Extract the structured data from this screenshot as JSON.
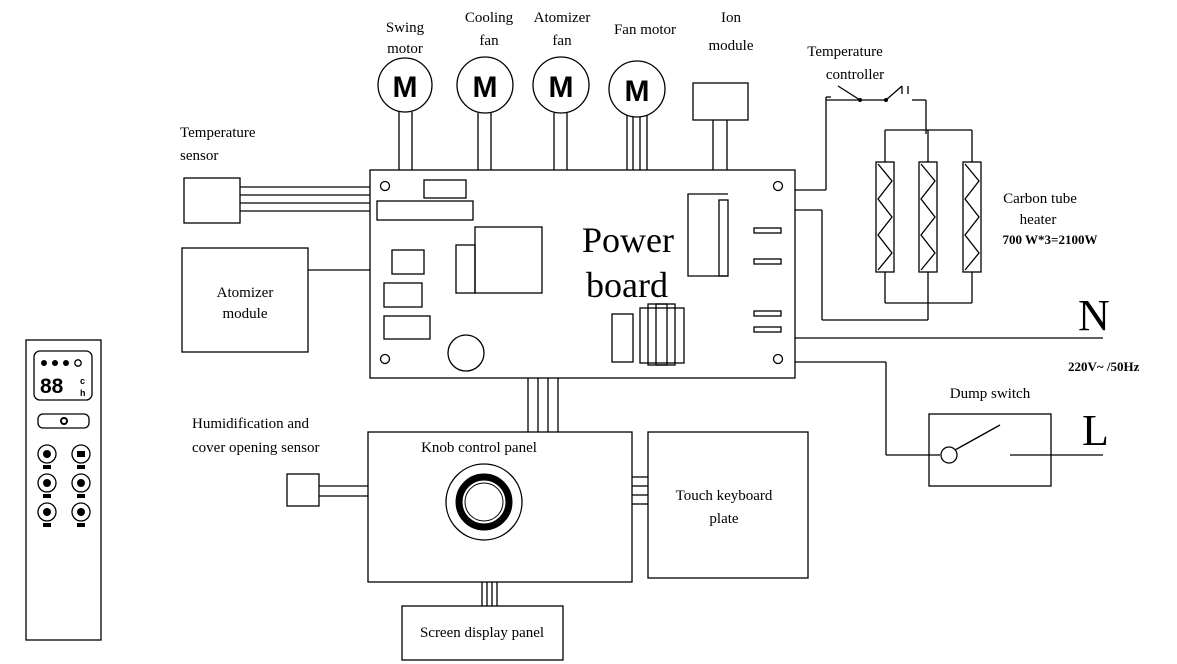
{
  "labels": {
    "swing_motor": [
      "Swing",
      "motor"
    ],
    "cooling_fan": [
      "Cooling",
      "fan"
    ],
    "atomizer_fan": [
      "Atomizer",
      "fan"
    ],
    "fan_motor": "Fan motor",
    "ion_module": [
      "Ion",
      "module"
    ],
    "temperature_controller": [
      "Temperature",
      "controller"
    ],
    "temperature_sensor": [
      "Temperature",
      "sensor"
    ],
    "atomizer_module": [
      "Atomizer",
      "module"
    ],
    "power_board": [
      "Power",
      "board"
    ],
    "carbon_tube_heater": [
      "Carbon tube",
      "heater"
    ],
    "heater_rating": "700 W*3=2100W",
    "neutral": "N",
    "live": "L",
    "voltage": "220V~ /50Hz",
    "dump_switch": "Dump switch",
    "humidification_sensor": [
      "Humidification and",
      "cover opening sensor"
    ],
    "knob_control_panel": "Knob control panel",
    "touch_keyboard_plate": [
      "Touch keyboard",
      "plate"
    ],
    "screen_display_panel": "Screen display panel",
    "motor_symbol": "M",
    "remote_display": "88",
    "remote_unit_top": "c",
    "remote_unit_bottom": "h"
  }
}
